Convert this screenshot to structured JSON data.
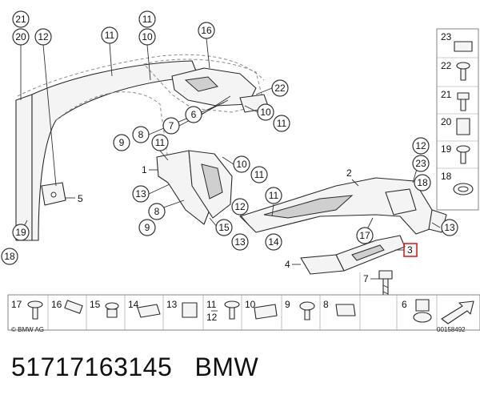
{
  "copyright": "© BMW AG",
  "diagram_id": "00158492",
  "caption": {
    "part_number": "51717163145",
    "brand": "BMW"
  },
  "callouts": {
    "c21a": "21",
    "c20a": "20",
    "c12a": "12",
    "c11a": "11",
    "c10a": "10",
    "c11b": "11",
    "c16": "16",
    "c22": "22",
    "c10b": "10",
    "c11c": "11",
    "c6": "6",
    "c7": "7",
    "c8": "8",
    "c9a": "9",
    "c11d": "11",
    "c10c": "10",
    "c11e": "11",
    "c13a": "13",
    "c8b": "8",
    "c9b": "9",
    "c15": "15",
    "c12b": "12",
    "c13b": "13",
    "c11f": "11",
    "c14": "14",
    "c17": "17",
    "c12c": "12",
    "c23a": "23",
    "c18a": "18",
    "c13c": "13",
    "c19a": "19",
    "c18b": "18"
  },
  "plain_labels": {
    "l5": "5",
    "l1": "1",
    "l2": "2",
    "l3": "3",
    "l4": "4",
    "l7": "7"
  },
  "side_panel": [
    "23",
    "22",
    "21",
    "20",
    "19",
    "18"
  ],
  "bottom_strip": [
    {
      "top": "17",
      "bottom": ""
    },
    {
      "top": "16",
      "bottom": ""
    },
    {
      "top": "15",
      "bottom": ""
    },
    {
      "top": "14",
      "bottom": ""
    },
    {
      "top": "13",
      "bottom": ""
    },
    {
      "top": "11",
      "bottom": "12"
    },
    {
      "top": "10",
      "bottom": ""
    },
    {
      "top": "9",
      "bottom": ""
    },
    {
      "top": "8",
      "bottom": ""
    }
  ],
  "bottom_right": [
    "6"
  ]
}
